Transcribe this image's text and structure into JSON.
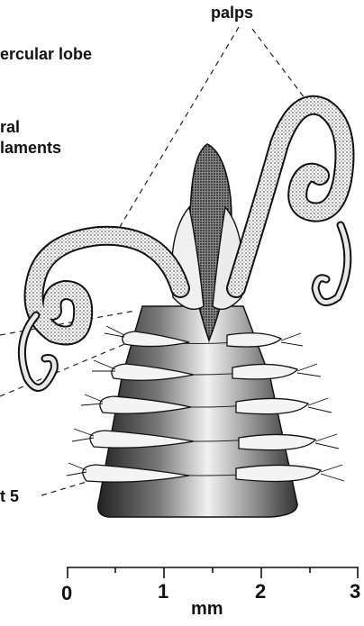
{
  "labels": {
    "palps": "palps",
    "opercular_lobe": "ercular lobe",
    "branchial_line1": "ral",
    "branchial_line2": "laments",
    "segment": "t 5"
  },
  "scale_bar": {
    "ticks": [
      "0",
      "1",
      "2",
      "3"
    ],
    "unit": "mm"
  },
  "colors": {
    "ink": "#111111",
    "background": "#ffffff"
  }
}
